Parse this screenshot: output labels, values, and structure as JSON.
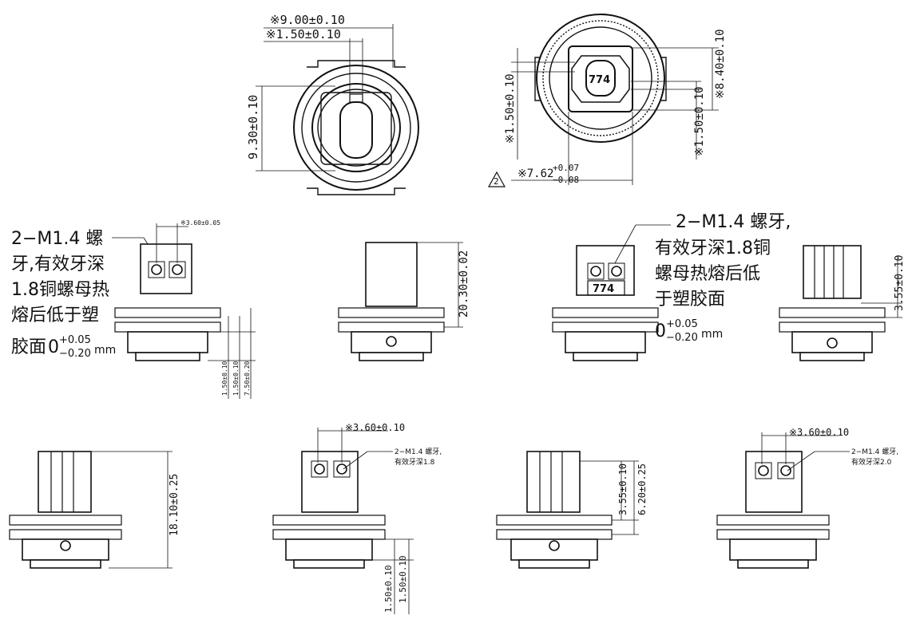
{
  "top_left_view": {
    "dim_9": "※9.00±0.10",
    "dim_150": "※1.50±0.10",
    "dim_930": "9.30±0.10"
  },
  "top_right_view": {
    "dim_840": "※8.40±0.10",
    "dim_150_left": "※1.50±0.10",
    "dim_150_right": "※1.50±0.10",
    "dim_762": "※7.62",
    "dim_762_plus": "+0.07",
    "dim_762_minus": "−0.08",
    "triangle_mark": "2"
  },
  "note_left": {
    "line1": "2−M1.4  螺",
    "line2": "牙,有效牙深",
    "line3": "1.8铜螺母热",
    "line4": "熔后低于塑",
    "line5_prefix": "胶面",
    "line5_zero": "0",
    "line5_plus": "+0.05",
    "line5_minus": "−0.20",
    "line5_unit": "mm"
  },
  "note_right": {
    "line1": "2−M1.4  螺牙,",
    "line2": "有效牙深1.8铜",
    "line3": "螺母热熔后低",
    "line4": "于塑胶面",
    "line5_zero": "0",
    "line5_plus": "+0.05",
    "line5_minus": "−0.20",
    "line5_unit": "mm"
  },
  "mid_row": {
    "dim_360_small": "※3.60±0.05",
    "dim_150_a": "1.50±0.10",
    "dim_150_b": "1.50±0.10",
    "dim_750": "7.50±0.20",
    "dim_2030": "20.30±0.02",
    "part_mark": "774",
    "dim_355": "3.55±0.10"
  },
  "bottom_row": {
    "dim_1810": "18.10±0.25",
    "dim_360_a": "※3.60±0.10",
    "note_a_line1": "2−M1.4 螺牙,",
    "note_a_line2": "有效牙深1.8",
    "dim_150_c": "1.50±0.10",
    "dim_150_d": "1.50±0.10",
    "dim_355_b": "3.55±0.10",
    "dim_620": "6.20±0.25",
    "dim_360_b": "※3.60±0.10",
    "note_b_line1": "2−M1.4 螺牙,",
    "note_b_line2": "有效牙深2.0"
  }
}
